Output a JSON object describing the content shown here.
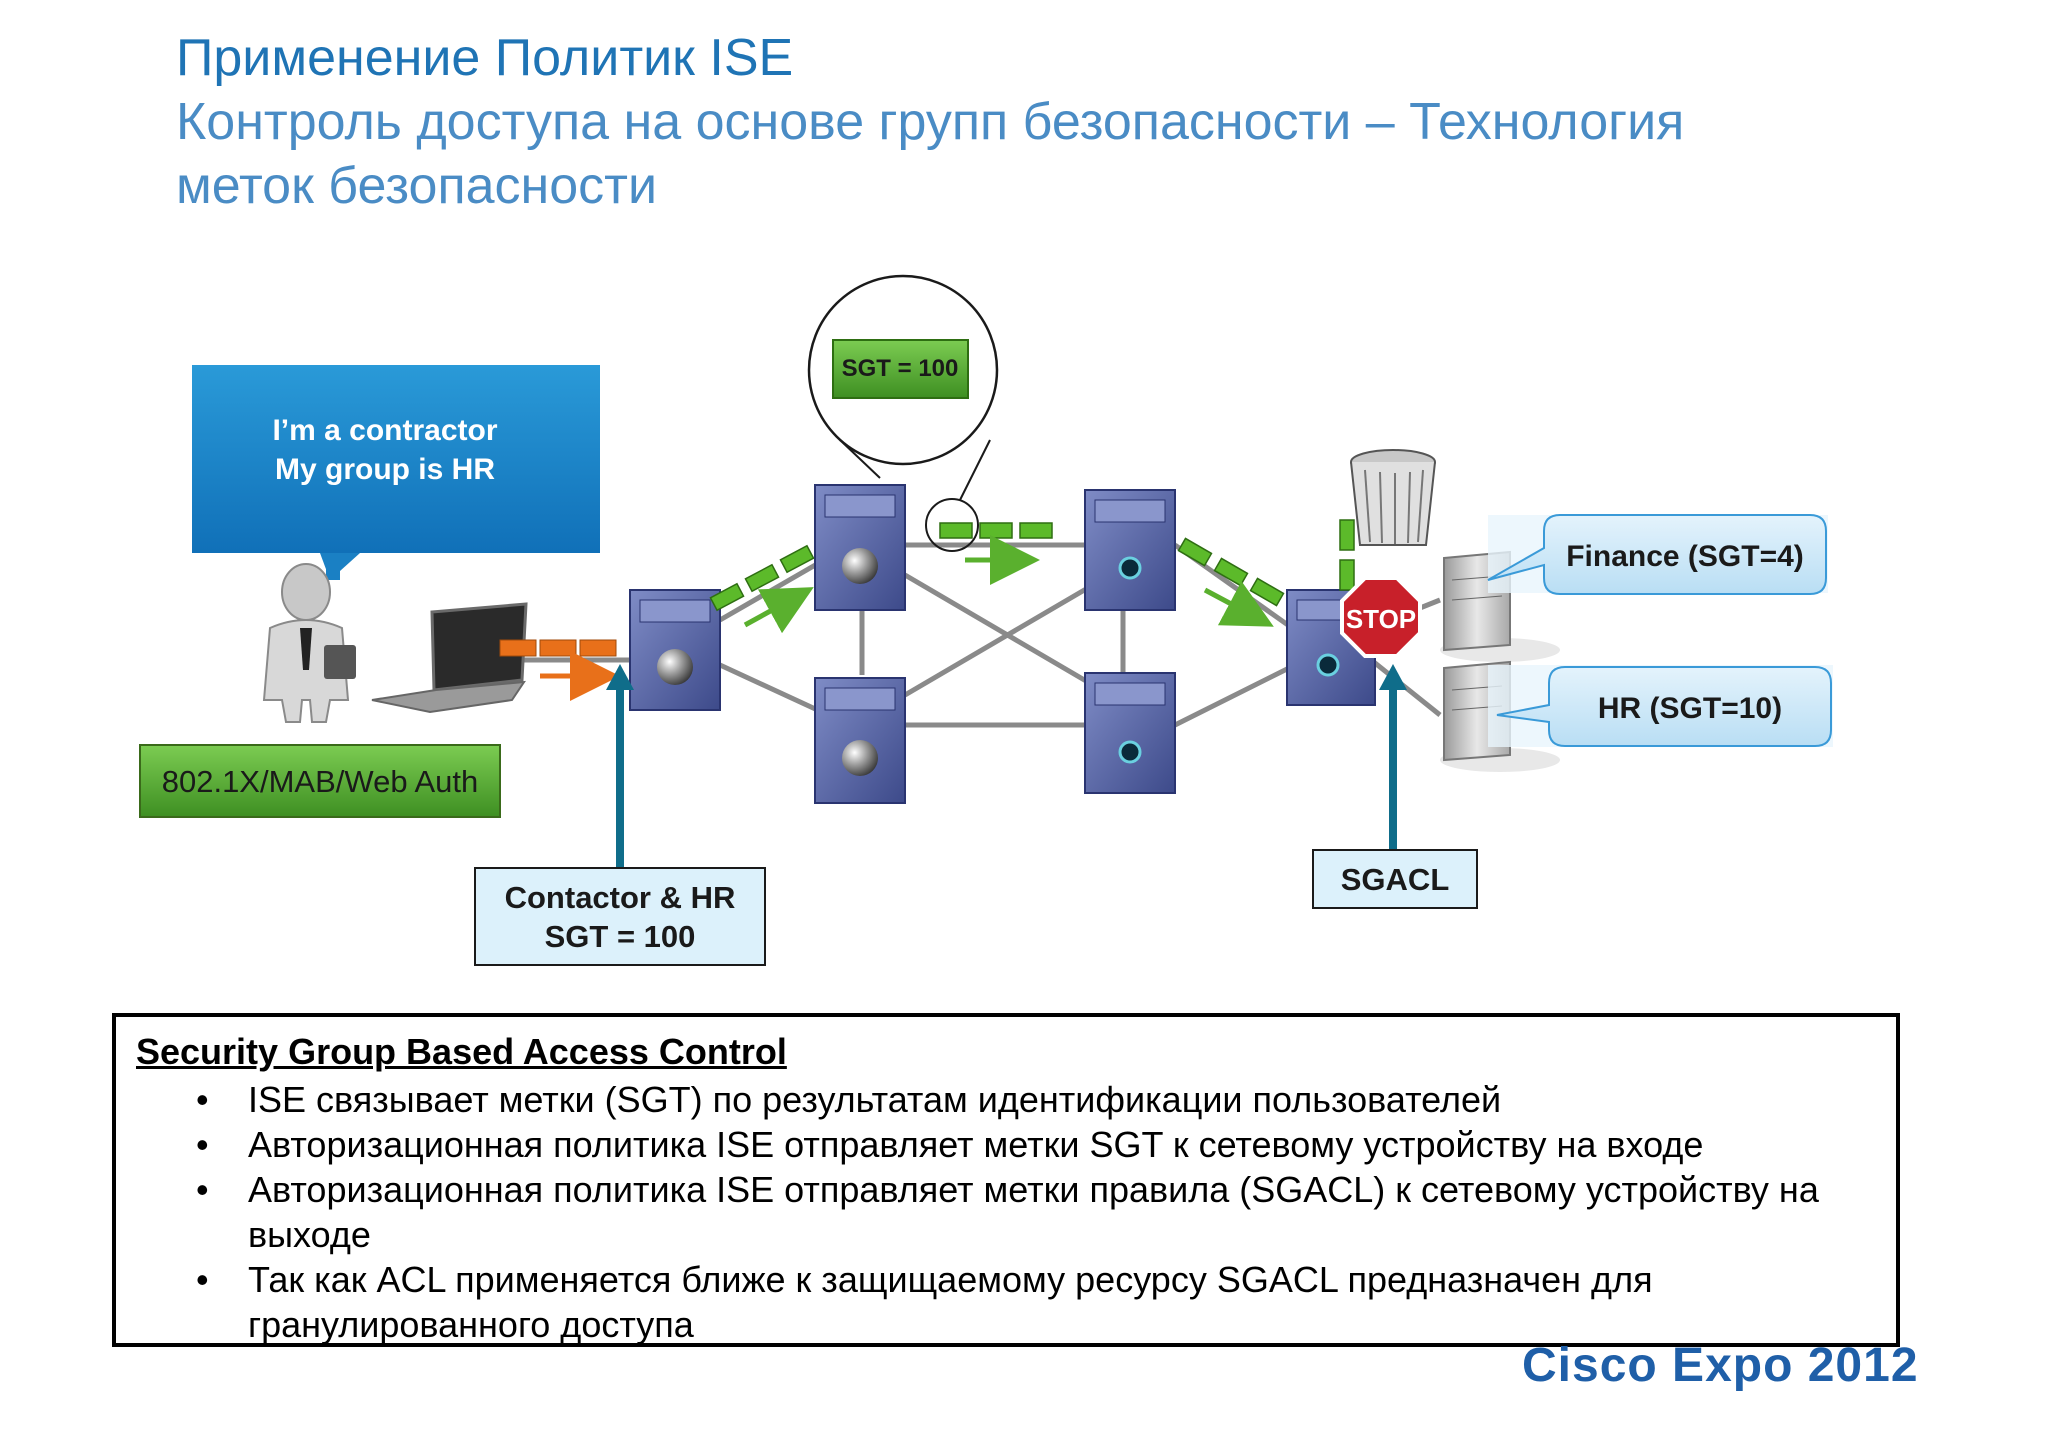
{
  "title": {
    "line1": "Применение Политик ISE",
    "line2": "Контроль доступа на основе групп безопасности – Технология меток безопасности"
  },
  "diagram": {
    "speech_line1": "I’m a contractor",
    "speech_line2": "My group is HR",
    "auth_label": "802.1X/MAB/Web Auth",
    "sgt_zoom_label": "SGT = 100",
    "contractor_box_line1": "Contactor & HR",
    "contractor_box_line2": "SGT = 100",
    "sgacl_label": "SGACL",
    "stop_label": "STOP",
    "finance_label": "Finance (SGT=4)",
    "hr_label": "HR (SGT=10)",
    "colors": {
      "accent_blue": "#1a8ad4",
      "switch_blue": "#5a6aa8",
      "packet_green": "#4caf2a",
      "packet_orange": "#e8701a",
      "stop_red": "#c8202a",
      "arrow_teal": "#0f6d8a"
    }
  },
  "bottom": {
    "heading": "Security Group Based Access Control",
    "bullets": [
      "ISE связывает метки (SGT) по результатам идентификации пользователей",
      "Авторизационная политика ISE отправляет метки SGT к сетевому устройству на входе",
      "Авторизационная политика ISE отправляет метки правила (SGACL) к сетевому устройству на выходе",
      "Так как ACL применяется ближе к защищаемому ресурсу SGACL предназначен для гранулированного доступа"
    ]
  },
  "footer": "Cisco Expo 2012"
}
